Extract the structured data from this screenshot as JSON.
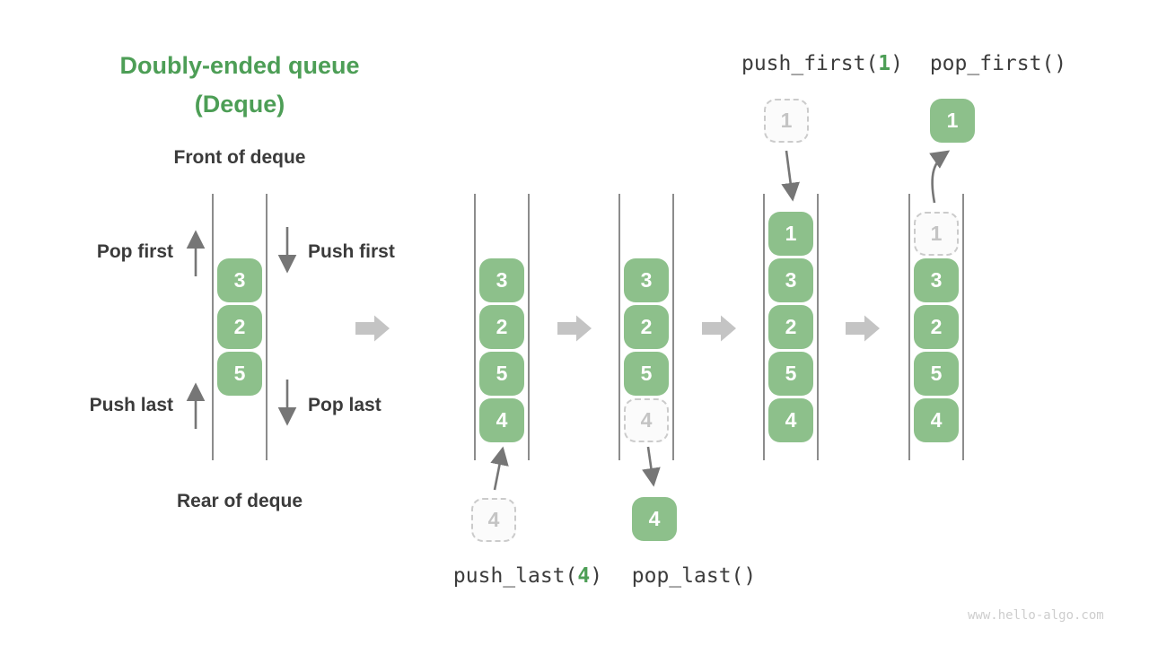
{
  "title": {
    "line1": "Doubly-ended queue",
    "line2": "(Deque)"
  },
  "endpoint_labels": {
    "front": "Front of deque",
    "rear": "Rear of deque"
  },
  "operation_arrows": {
    "pop_first": "Pop first",
    "push_first": "Push first",
    "push_last": "Push last",
    "pop_last": "Pop last"
  },
  "code_labels": {
    "push_last": {
      "pre": "push_last(",
      "arg": "4",
      "post": ")"
    },
    "pop_last": {
      "text": "pop_last()"
    },
    "push_first": {
      "pre": "push_first(",
      "arg": "1",
      "post": ")"
    },
    "pop_first": {
      "text": "pop_first()"
    }
  },
  "watermark": "www.hello-algo.com",
  "colors": {
    "green_heading": "#4d9e56",
    "code_accent": "#4d9e56",
    "code_text": "#3c3c3c",
    "dark_text": "#3b3b3b",
    "cell_fill": "#8dc08b",
    "cell_text_color": "#ffffff",
    "dashed_cell_fill": "#fbfbfb",
    "dashed_cell_border": "#cbcbcb",
    "dashed_cell_text": "#c4c4c4",
    "queue_line": "#6f6f6f",
    "thin_arrow": "#767676",
    "big_arrow": "#c4c4c4",
    "watermark_text": "#cdcdcd"
  },
  "deque_stages": [
    {
      "name": "deque-initial",
      "slots": [
        null,
        "3",
        "2",
        "5",
        null
      ]
    },
    {
      "name": "deque-after-push-last",
      "slots": [
        null,
        "3",
        "2",
        "5",
        "4"
      ]
    },
    {
      "name": "deque-during-pop-last",
      "slots": [
        null,
        "3",
        "2",
        "5",
        {
          "value": "4",
          "state": "dashed"
        }
      ]
    },
    {
      "name": "deque-after-push-first",
      "slots": [
        "1",
        "3",
        "2",
        "5",
        "4"
      ]
    },
    {
      "name": "deque-during-pop-first",
      "slots": [
        {
          "value": "1",
          "state": "dashed"
        },
        "3",
        "2",
        "5",
        "4"
      ]
    }
  ],
  "floating_cells": [
    {
      "id": "push-last-operand",
      "value": "4",
      "state": "dashed"
    },
    {
      "id": "pop-last-result",
      "value": "4",
      "state": "solid"
    },
    {
      "id": "push-first-operand",
      "value": "1",
      "state": "dashed"
    },
    {
      "id": "pop-first-result",
      "value": "1",
      "state": "solid"
    }
  ]
}
